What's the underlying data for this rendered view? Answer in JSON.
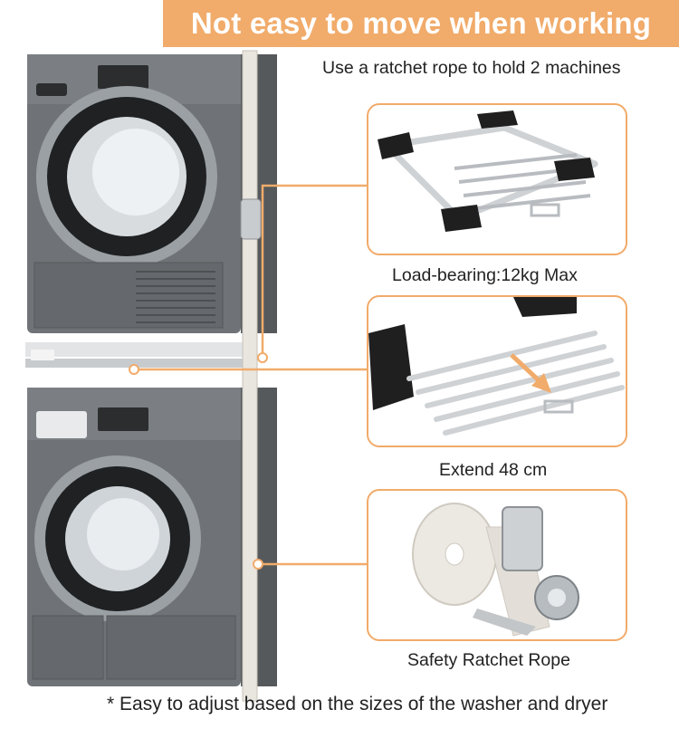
{
  "banner": {
    "title": "Not easy to move when working"
  },
  "subtitle": "Use a ratchet rope to hold 2 machines",
  "features": [
    {
      "caption": "Load-bearing:12kg Max",
      "image": "stand-frame"
    },
    {
      "caption": "Extend 48 cm",
      "image": "extended-shelf"
    },
    {
      "caption": "Safety Ratchet Rope",
      "image": "ratchet-strap"
    }
  ],
  "footnote": "* Easy to adjust based on the sizes of the washer and dryer",
  "colors": {
    "accent": "#f1ab6a",
    "machine": "#6f7377",
    "frame": "#d9d9d9"
  }
}
